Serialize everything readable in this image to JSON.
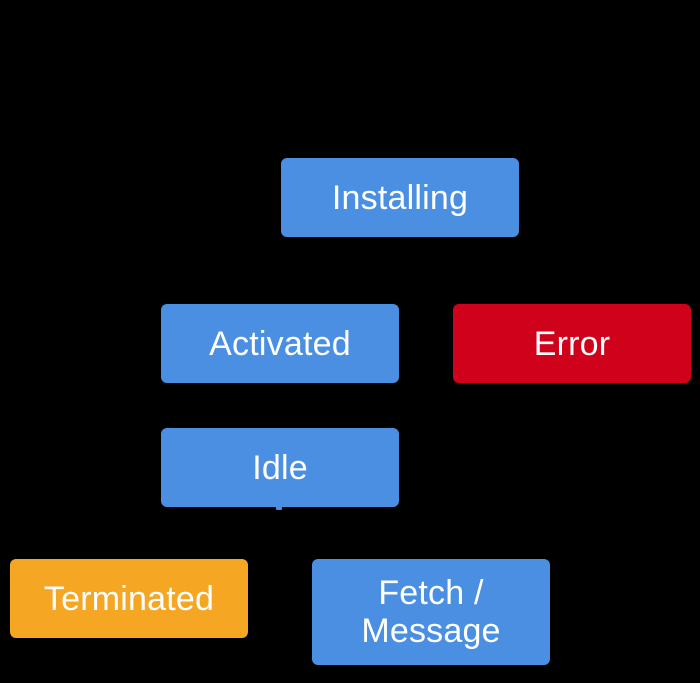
{
  "colors": {
    "background": "#000000",
    "state_blue": "#4a8fe2",
    "error_red": "#d0021b",
    "terminated_orange": "#f5a623",
    "text": "#ffffff"
  },
  "states": {
    "installing": "Installing",
    "activated": "Activated",
    "error": "Error",
    "idle": "Idle",
    "terminated": "Terminated",
    "fetch_line1": "Fetch /",
    "fetch_line2": "Message"
  }
}
